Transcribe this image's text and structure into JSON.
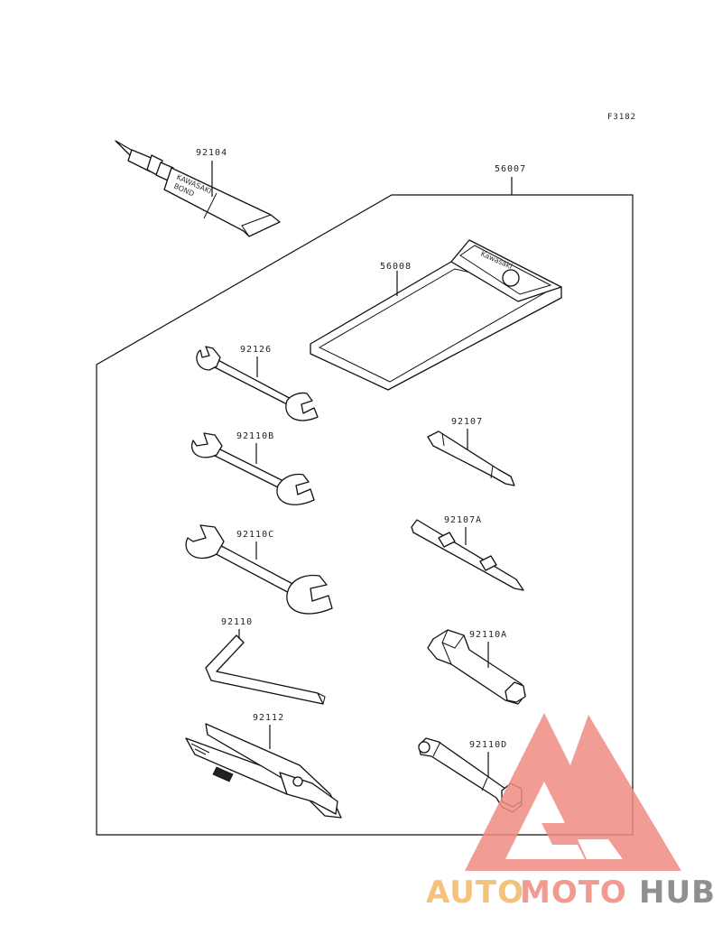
{
  "figure_id": "F3182",
  "kit_label": "56007",
  "parts": [
    {
      "id": "tube",
      "number": "92104"
    },
    {
      "id": "pouch",
      "number": "56008"
    },
    {
      "id": "wrench1",
      "number": "92126"
    },
    {
      "id": "wrench2",
      "number": "92110B"
    },
    {
      "id": "wrench3",
      "number": "92110C"
    },
    {
      "id": "hexkey",
      "number": "92110"
    },
    {
      "id": "pliers",
      "number": "92112"
    },
    {
      "id": "screwdriver1",
      "number": "92107"
    },
    {
      "id": "screwdriver2",
      "number": "92107A"
    },
    {
      "id": "boxspanner",
      "number": "92110A"
    },
    {
      "id": "plugwrench",
      "number": "92110D"
    }
  ],
  "brand": {
    "pouch_text": "Kawasaki",
    "tube_line1": "KAWASAKI",
    "tube_line2": "BOND"
  },
  "watermark": {
    "part1": "AUTO",
    "part2": "MOTO",
    "part3": "HUB",
    "color1": "#f4c27a",
    "color2": "#f29a8f",
    "color3": "#8f8f8f",
    "logo_color": "#f08b84"
  }
}
